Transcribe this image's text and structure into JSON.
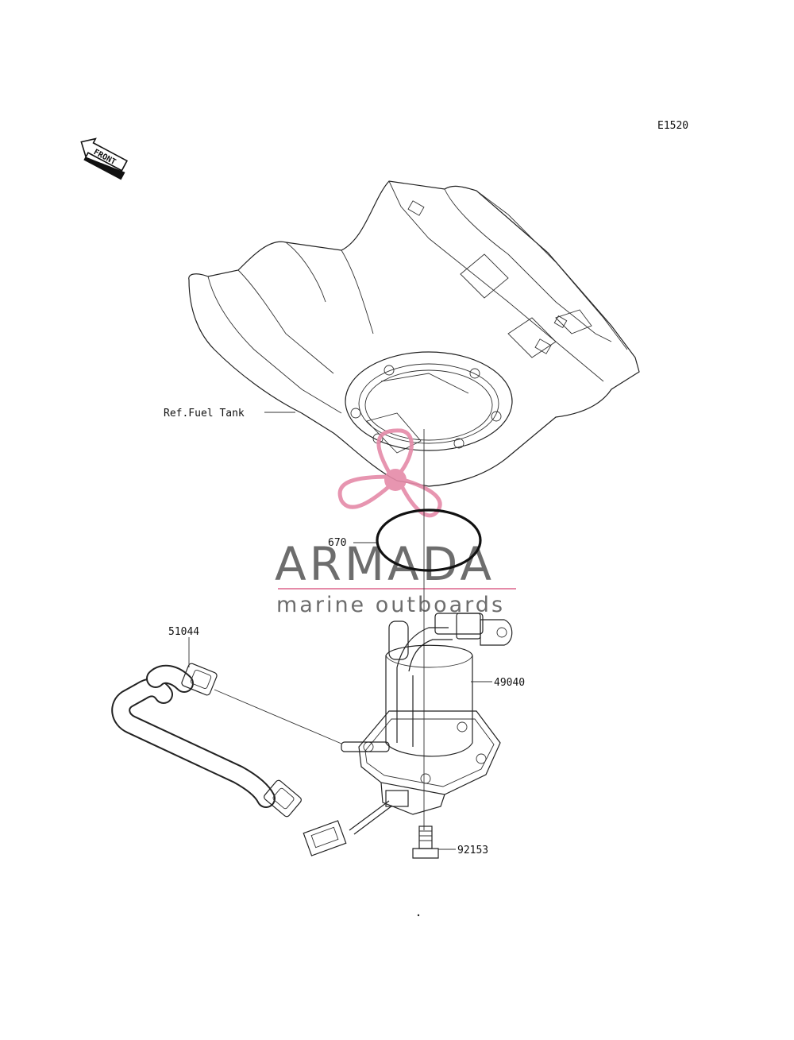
{
  "diagram_code": "E1520",
  "front_marker": "FRONT",
  "callouts": [
    {
      "id": "fuel-tank",
      "text": "Ref.Fuel Tank"
    },
    {
      "id": "o-ring",
      "text": "670"
    },
    {
      "id": "hose",
      "text": "51044"
    },
    {
      "id": "fuel-pump",
      "text": "49040"
    },
    {
      "id": "bolt",
      "text": "92153"
    }
  ],
  "watermark": {
    "brand": "ARMADA",
    "tagline": "marine outboards",
    "accent_color": "#e58aa8",
    "text_color": "#6d6d6d"
  }
}
